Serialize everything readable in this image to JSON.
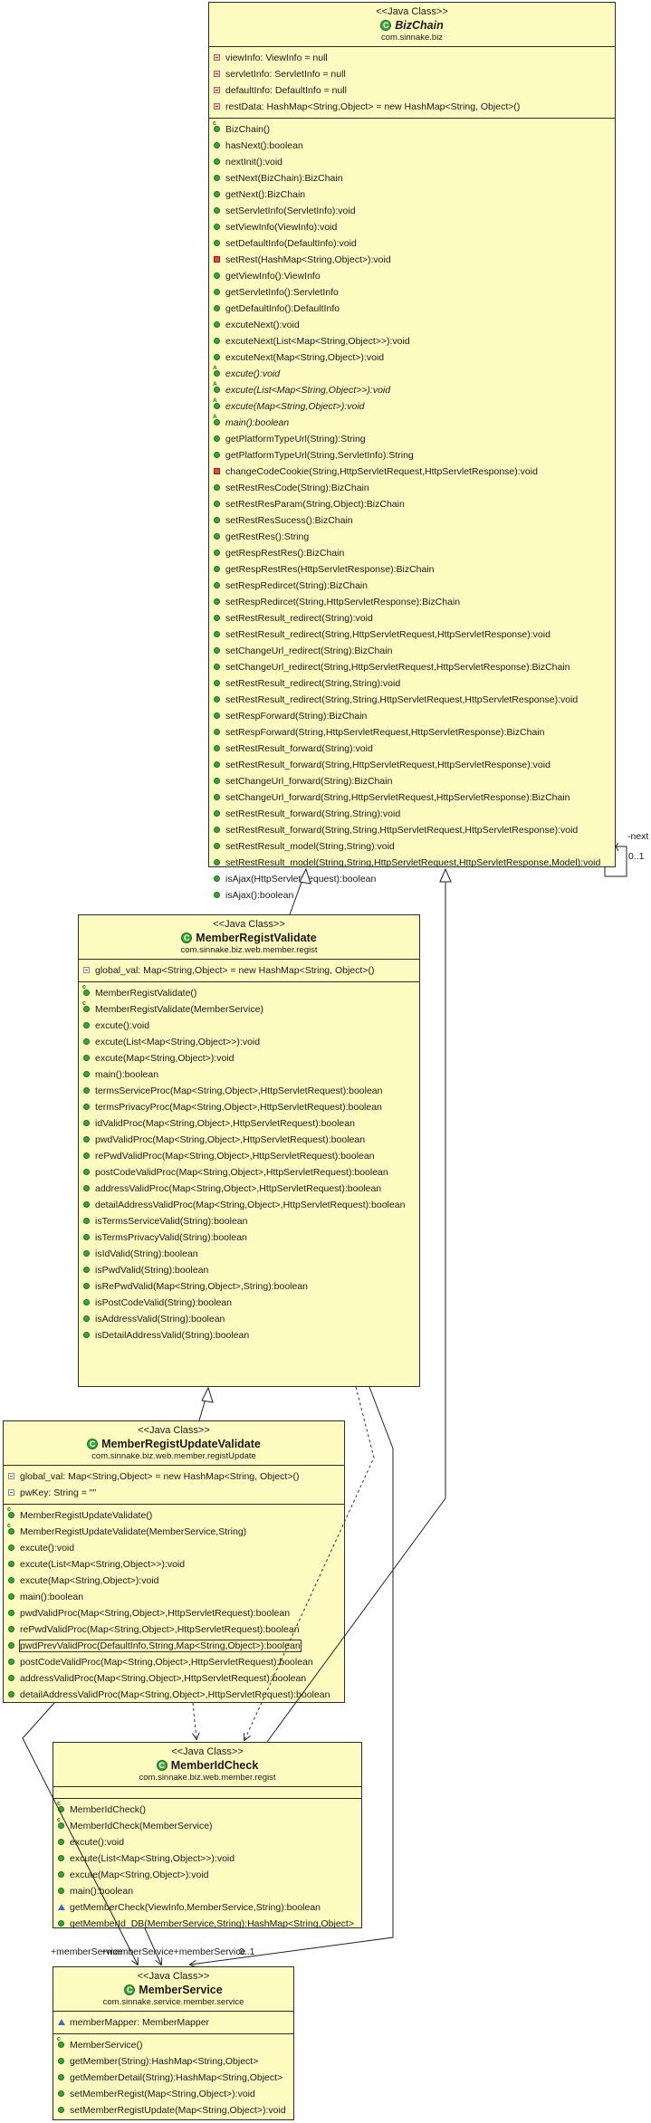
{
  "classes": {
    "bizchain": {
      "stereotype": "<<Java Class>>",
      "name": "BizChain",
      "package": "com.sinnake.biz",
      "fields": [
        {
          "text": "viewInfo: ViewInfo = null",
          "vis": "field"
        },
        {
          "text": "servletInfo: ServletInfo = null",
          "vis": "field"
        },
        {
          "text": "defaultInfo: DefaultInfo = null",
          "vis": "field"
        },
        {
          "text": "restData: HashMap<String,Object> = new HashMap<String, Object>()",
          "vis": "field"
        }
      ],
      "methods": [
        {
          "text": "BizChain()",
          "vis": "ctor"
        },
        {
          "text": "hasNext():boolean",
          "vis": "pub"
        },
        {
          "text": "nextInit():void",
          "vis": "pub"
        },
        {
          "text": "setNext(BizChain):BizChain",
          "vis": "pub"
        },
        {
          "text": "getNext():BizChain",
          "vis": "pub"
        },
        {
          "text": "setServletInfo(ServletInfo):void",
          "vis": "pub"
        },
        {
          "text": "setViewInfo(ViewInfo):void",
          "vis": "pub"
        },
        {
          "text": "setDefaultInfo(DefaultInfo):void",
          "vis": "pub"
        },
        {
          "text": "setRest(HashMap<String,Object>):void",
          "vis": "priv"
        },
        {
          "text": "getViewInfo():ViewInfo",
          "vis": "pub"
        },
        {
          "text": "getServletInfo():ServletInfo",
          "vis": "pub"
        },
        {
          "text": "getDefaultInfo():DefaultInfo",
          "vis": "pub"
        },
        {
          "text": "excuteNext():void",
          "vis": "pub"
        },
        {
          "text": "excuteNext(List<Map<String,Object>>):void",
          "vis": "pub"
        },
        {
          "text": "excuteNext(Map<String,Object>):void",
          "vis": "pub"
        },
        {
          "text": "excute():void",
          "vis": "abs",
          "italic": true
        },
        {
          "text": "excute(List<Map<String,Object>>):void",
          "vis": "abs",
          "italic": true
        },
        {
          "text": "excute(Map<String,Object>):void",
          "vis": "abs",
          "italic": true
        },
        {
          "text": "main():boolean",
          "vis": "abs",
          "italic": true
        },
        {
          "text": "getPlatformTypeUrl(String):String",
          "vis": "pub"
        },
        {
          "text": "getPlatformTypeUrl(String,ServletInfo):String",
          "vis": "pub"
        },
        {
          "text": "changeCodeCookie(String,HttpServletRequest,HttpServletResponse):void",
          "vis": "priv"
        },
        {
          "text": "setRestResCode(String):BizChain",
          "vis": "pub"
        },
        {
          "text": "setRestResParam(String,Object):BizChain",
          "vis": "pub"
        },
        {
          "text": "setRestResSucess():BizChain",
          "vis": "pub"
        },
        {
          "text": "getRestRes():String",
          "vis": "pub"
        },
        {
          "text": "getRespRestRes():BizChain",
          "vis": "pub"
        },
        {
          "text": "getRespRestRes(HttpServletResponse):BizChain",
          "vis": "pub"
        },
        {
          "text": "setRespRedircet(String):BizChain",
          "vis": "pub"
        },
        {
          "text": "setRespRedircet(String,HttpServletResponse):BizChain",
          "vis": "pub"
        },
        {
          "text": "setRestResult_redirect(String):void",
          "vis": "pub"
        },
        {
          "text": "setRestResult_redirect(String,HttpServletRequest,HttpServletResponse):void",
          "vis": "pub"
        },
        {
          "text": "setChangeUrl_redirect(String):BizChain",
          "vis": "pub"
        },
        {
          "text": "setChangeUrl_redirect(String,HttpServletRequest,HttpServletResponse):BizChain",
          "vis": "pub"
        },
        {
          "text": "setRestResult_redirect(String,String):void",
          "vis": "pub"
        },
        {
          "text": "setRestResult_redirect(String,String,HttpServletRequest,HttpServletResponse):void",
          "vis": "pub"
        },
        {
          "text": "setRespForward(String):BizChain",
          "vis": "pub"
        },
        {
          "text": "setRespForward(String,HttpServletRequest,HttpServletResponse):BizChain",
          "vis": "pub"
        },
        {
          "text": "setRestResult_forward(String):void",
          "vis": "pub"
        },
        {
          "text": "setRestResult_forward(String,HttpServletRequest,HttpServletResponse):void",
          "vis": "pub"
        },
        {
          "text": "setChangeUrl_forward(String):BizChain",
          "vis": "pub"
        },
        {
          "text": "setChangeUrl_forward(String,HttpServletRequest,HttpServletResponse):BizChain",
          "vis": "pub"
        },
        {
          "text": "setRestResult_forward(String,String):void",
          "vis": "pub"
        },
        {
          "text": "setRestResult_forward(String,String,HttpServletRequest,HttpServletResponse):void",
          "vis": "pub"
        },
        {
          "text": "setRestResult_model(String,String):void",
          "vis": "pub"
        },
        {
          "text": "setRestResult_model(String,String,HttpServletRequest,HttpServletResponse,Model):void",
          "vis": "pub"
        },
        {
          "text": "isAjax(HttpServletRequest):boolean",
          "vis": "pub"
        },
        {
          "text": "isAjax():boolean",
          "vis": "pub"
        }
      ]
    },
    "memberregistvalidate": {
      "stereotype": "<<Java Class>>",
      "name": "MemberRegistValidate",
      "package": "com.sinnake.biz.web.member.regist",
      "fields": [
        {
          "text": "global_val: Map<String,Object> = new HashMap<String, Object>()",
          "vis": "sq"
        }
      ],
      "methods": [
        {
          "text": "MemberRegistValidate()",
          "vis": "ctor"
        },
        {
          "text": "MemberRegistValidate(MemberService)",
          "vis": "ctor"
        },
        {
          "text": "excute():void",
          "vis": "pub"
        },
        {
          "text": "excute(List<Map<String,Object>>):void",
          "vis": "pub"
        },
        {
          "text": "excute(Map<String,Object>):void",
          "vis": "pub"
        },
        {
          "text": "main():boolean",
          "vis": "pub"
        },
        {
          "text": "termsServiceProc(Map<String,Object>,HttpServletRequest):boolean",
          "vis": "pub"
        },
        {
          "text": "termsPrivacyProc(Map<String,Object>,HttpServletRequest):boolean",
          "vis": "pub"
        },
        {
          "text": "idValidProc(Map<String,Object>,HttpServletRequest):boolean",
          "vis": "pub"
        },
        {
          "text": "pwdValidProc(Map<String,Object>,HttpServletRequest):boolean",
          "vis": "pub"
        },
        {
          "text": "rePwdValidProc(Map<String,Object>,HttpServletRequest):boolean",
          "vis": "pub"
        },
        {
          "text": "postCodeValidProc(Map<String,Object>,HttpServletRequest):boolean",
          "vis": "pub"
        },
        {
          "text": "addressValidProc(Map<String,Object>,HttpServletRequest):boolean",
          "vis": "pub"
        },
        {
          "text": "detailAddressValidProc(Map<String,Object>,HttpServletRequest):boolean",
          "vis": "pub"
        },
        {
          "text": "isTermsServiceValid(String):boolean",
          "vis": "pub"
        },
        {
          "text": "isTermsPrivacyValid(String):boolean",
          "vis": "pub"
        },
        {
          "text": "isIdValid(String):boolean",
          "vis": "pub"
        },
        {
          "text": "isPwdValid(String):boolean",
          "vis": "pub"
        },
        {
          "text": "isRePwdValid(Map<String,Object>,String):boolean",
          "vis": "pub"
        },
        {
          "text": "isPostCodeValid(String):boolean",
          "vis": "pub"
        },
        {
          "text": "isAddressValid(String):boolean",
          "vis": "pub"
        },
        {
          "text": "isDetailAddressValid(String):boolean",
          "vis": "pub"
        }
      ]
    },
    "memberregistupdatevalidate": {
      "stereotype": "<<Java Class>>",
      "name": "MemberRegistUpdateValidate",
      "package": "com.sinnake.biz.web.member.registUpdate",
      "fields": [
        {
          "text": "global_val: Map<String,Object> = new HashMap<String, Object>()",
          "vis": "sq"
        },
        {
          "text": "pwKey: String = \"\"",
          "vis": "sq"
        }
      ],
      "methods": [
        {
          "text": "MemberRegistUpdateValidate()",
          "vis": "ctor"
        },
        {
          "text": "MemberRegistUpdateValidate(MemberService,String)",
          "vis": "ctor"
        },
        {
          "text": "excute():void",
          "vis": "pub"
        },
        {
          "text": "excute(List<Map<String,Object>>):void",
          "vis": "pub"
        },
        {
          "text": "excute(Map<String,Object>):void",
          "vis": "pub"
        },
        {
          "text": "main():boolean",
          "vis": "pub"
        },
        {
          "text": "pwdValidProc(Map<String,Object>,HttpServletRequest):boolean",
          "vis": "pub"
        },
        {
          "text": "rePwdValidProc(Map<String,Object>,HttpServletRequest):boolean",
          "vis": "pub"
        },
        {
          "text": "pwdPrevValidProc(DefaultInfo,String,Map<String,Object>):boolean",
          "vis": "pub",
          "highlight": true
        },
        {
          "text": "postCodeValidProc(Map<String,Object>,HttpServletRequest):boolean",
          "vis": "pub"
        },
        {
          "text": "addressValidProc(Map<String,Object>,HttpServletRequest):boolean",
          "vis": "pub"
        },
        {
          "text": "detailAddressValidProc(Map<String,Object>,HttpServletRequest):boolean",
          "vis": "pub"
        }
      ]
    },
    "memberidcheck": {
      "stereotype": "<<Java Class>>",
      "name": "MemberIdCheck",
      "package": "com.sinnake.biz.web.member.regist",
      "fields": [],
      "methods": [
        {
          "text": "MemberIdCheck()",
          "vis": "ctor"
        },
        {
          "text": "MemberIdCheck(MemberService)",
          "vis": "ctor"
        },
        {
          "text": "excute():void",
          "vis": "pub"
        },
        {
          "text": "excute(List<Map<String,Object>>):void",
          "vis": "pub"
        },
        {
          "text": "excute(Map<String,Object>):void",
          "vis": "pub"
        },
        {
          "text": "main():boolean",
          "vis": "pub"
        },
        {
          "text": "getMemberCheck(ViewInfo,MemberService,String):boolean",
          "vis": "pkg"
        },
        {
          "text": "getMemberId_DB(MemberService,String):HashMap<String,Object>",
          "vis": "pub"
        }
      ]
    },
    "memberservice": {
      "stereotype": "<<Java Class>>",
      "name": "MemberService",
      "package": "com.sinnake.service.member.service",
      "fields": [
        {
          "text": "memberMapper: MemberMapper",
          "vis": "pkg"
        }
      ],
      "methods": [
        {
          "text": "MemberService()",
          "vis": "ctor"
        },
        {
          "text": "getMember(String):HashMap<String,Object>",
          "vis": "pub"
        },
        {
          "text": "getMemberDetail(String):HashMap<String,Object>",
          "vis": "pub"
        },
        {
          "text": "setMemberRegist(Map<String,Object>):void",
          "vis": "pub"
        },
        {
          "text": "setMemberRegistUpdate(Map<String,Object>):void",
          "vis": "pub"
        }
      ]
    }
  },
  "edge_labels": {
    "next_role": "-next",
    "next_mult": "0..1",
    "service_roles": "+memberService",
    "service_roles_overlap": "+memberService+memberService",
    "service_role_c": "+memberService",
    "service_mult": "0..1"
  }
}
